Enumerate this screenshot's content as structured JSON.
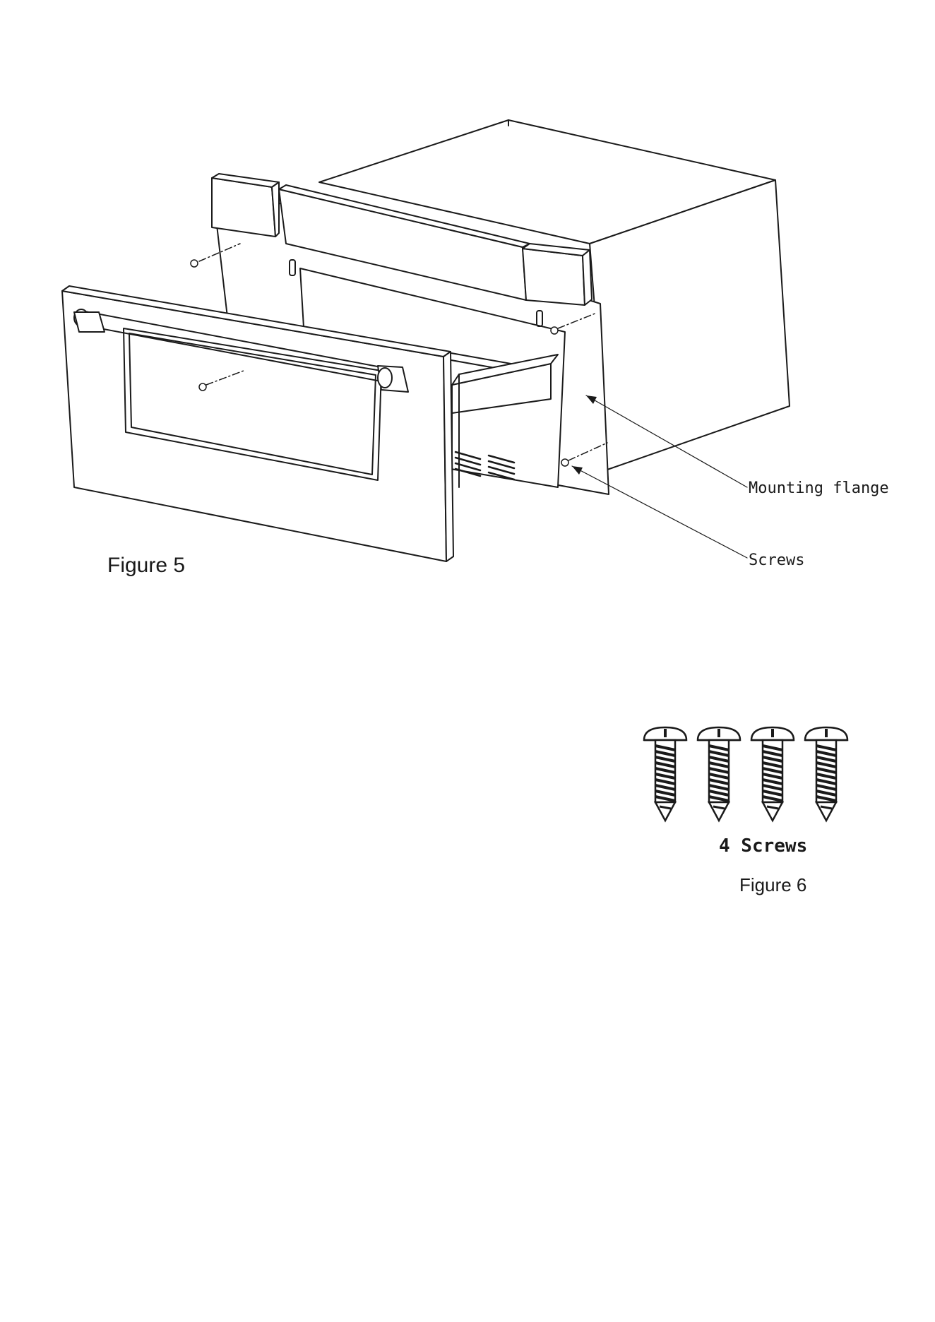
{
  "figure5": {
    "caption": "Figure 5",
    "callouts": {
      "mounting_flange": "Mounting flange",
      "screws": "Screws"
    }
  },
  "figure6": {
    "screw_count_label": "4 Screws",
    "caption": "Figure 6"
  },
  "colors": {
    "line": "#1a1a1a",
    "background": "#ffffff"
  }
}
